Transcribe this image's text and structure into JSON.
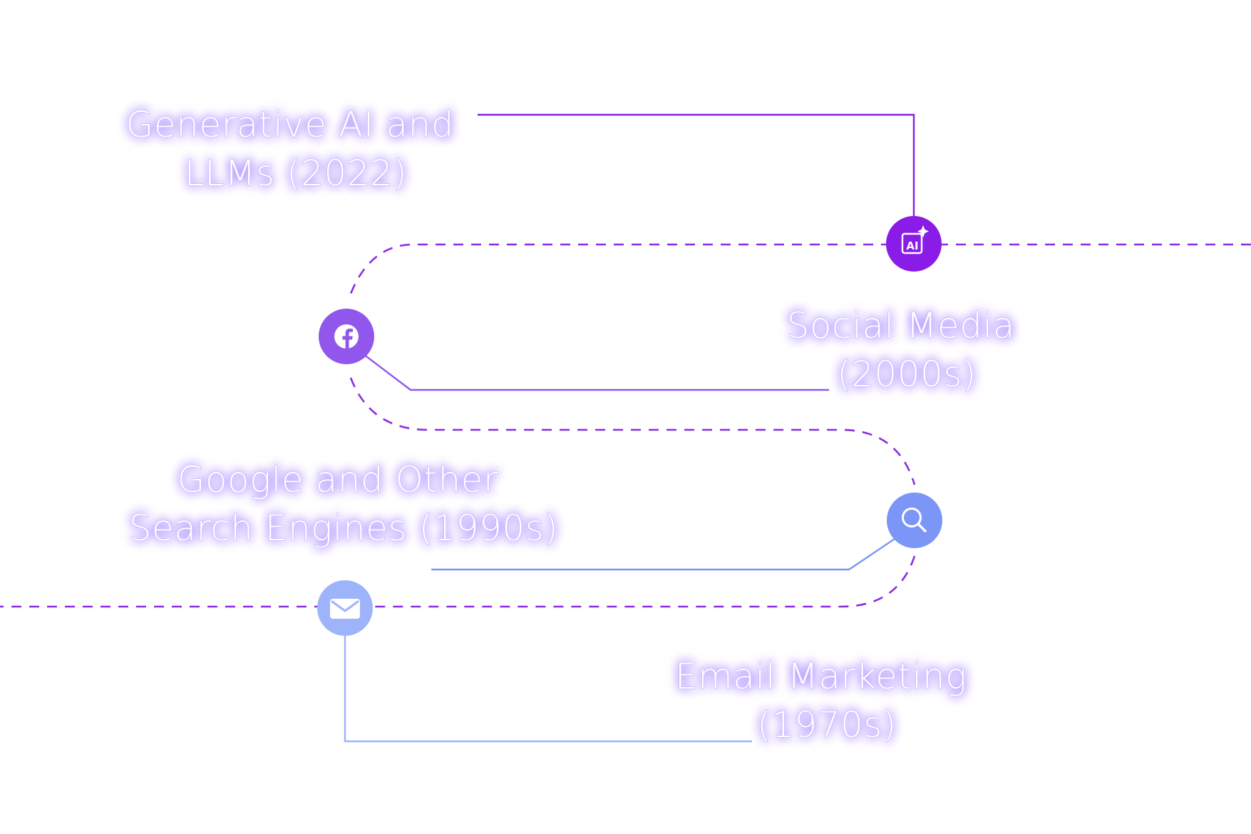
{
  "colors": {
    "path_dash": "#8a2be2",
    "ai": "#8a1ce8",
    "social": "#9157ec",
    "search": "#7b96f7",
    "email": "#9db4fb",
    "label_glow": "#a07dff",
    "label_outline": "#c4b2ff"
  },
  "milestones": [
    {
      "id": "ai",
      "icon": "ai-sparkle-icon",
      "label_lines": [
        "Generative AI and",
        "LLMs (2022)"
      ]
    },
    {
      "id": "social",
      "icon": "facebook-icon",
      "label_lines": [
        "Social Media",
        "(2000s)"
      ]
    },
    {
      "id": "search",
      "icon": "search-icon",
      "label_lines": [
        "Google and Other",
        "Search Engines (1990s)"
      ]
    },
    {
      "id": "email",
      "icon": "envelope-icon",
      "label_lines": [
        "Email Marketing",
        "(1970s)"
      ]
    }
  ],
  "icon_text": {
    "ai": "AI"
  }
}
